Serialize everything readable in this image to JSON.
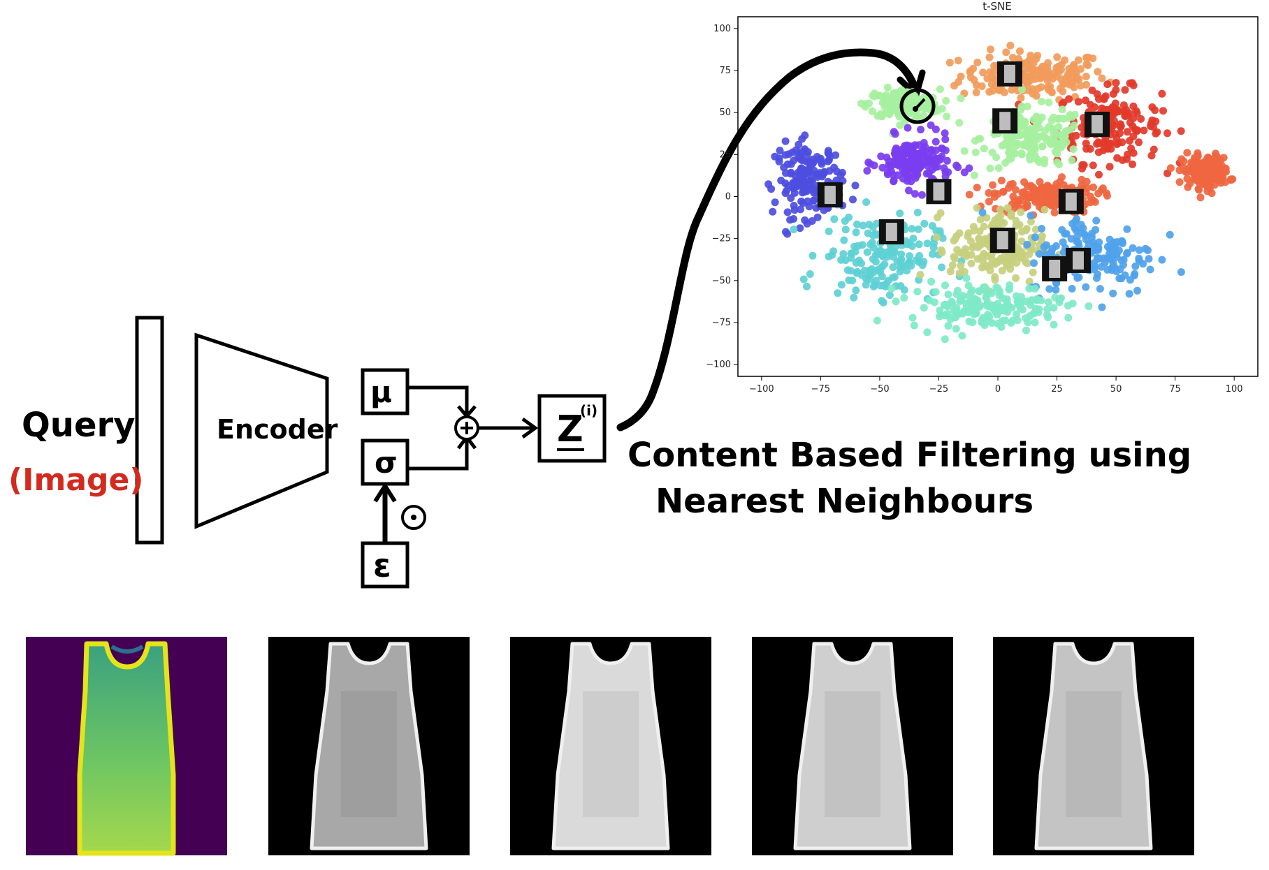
{
  "diagram": {
    "query_label": "Query",
    "image_label": "(Image)",
    "encoder_label": "Encoder",
    "mu_label": "μ",
    "sigma_label": "σ",
    "epsilon_label": "ε",
    "plus_symbol": "+",
    "odot_symbol": "⊙",
    "z_label": "Z",
    "z_superscript": "(i)",
    "caption_line1": "Content Based Filtering using",
    "caption_line2": "Nearest Neighbours",
    "query_image_colormap": "viridis",
    "neighbour_colormap": "gray",
    "neighbour_count": 4
  },
  "colors": {
    "ink": "#000000",
    "image_label": "#d42a1e",
    "viridis_bg": "#440154",
    "viridis_body": "#5cbf6f",
    "viridis_edge": "#e3e419"
  },
  "chart_data": {
    "type": "scatter",
    "title": "t-SNE",
    "xlabel": "",
    "ylabel": "",
    "xlim": [
      -110,
      110
    ],
    "ylim": [
      -107,
      107
    ],
    "xticks": [
      -100,
      -75,
      -50,
      -25,
      0,
      25,
      50,
      75,
      100
    ],
    "yticks": [
      100,
      75,
      50,
      25,
      0,
      -25,
      -50,
      -75,
      -100
    ],
    "grid": false,
    "legend": "none",
    "clusters": [
      {
        "color": "#f29b5b",
        "center": [
          15,
          72
        ],
        "spread": [
          28,
          13
        ]
      },
      {
        "color": "#e2392a",
        "center": [
          47,
          42
        ],
        "spread": [
          20,
          20
        ]
      },
      {
        "color": "#a6f0a0",
        "center": [
          15,
          35
        ],
        "spread": [
          20,
          16
        ]
      },
      {
        "color": "#a6f0a0",
        "center": [
          -40,
          55
        ],
        "spread": [
          14,
          8
        ]
      },
      {
        "color": "#ef6640",
        "center": [
          20,
          0
        ],
        "spread": [
          20,
          9
        ]
      },
      {
        "color": "#ef6640",
        "center": [
          88,
          15
        ],
        "spread": [
          9,
          9
        ]
      },
      {
        "color": "#4d4ee0",
        "center": [
          -80,
          10
        ],
        "spread": [
          13,
          20
        ]
      },
      {
        "color": "#7a3df0",
        "center": [
          -35,
          20
        ],
        "spread": [
          14,
          14
        ]
      },
      {
        "color": "#5ed0d4",
        "center": [
          -50,
          -35
        ],
        "spread": [
          22,
          22
        ]
      },
      {
        "color": "#c6cf7e",
        "center": [
          0,
          -30
        ],
        "spread": [
          18,
          20
        ]
      },
      {
        "color": "#4fa2ea",
        "center": [
          40,
          -35
        ],
        "spread": [
          25,
          22
        ]
      },
      {
        "color": "#7ee9c7",
        "center": [
          -5,
          -65
        ],
        "spread": [
          30,
          12
        ]
      }
    ]
  }
}
